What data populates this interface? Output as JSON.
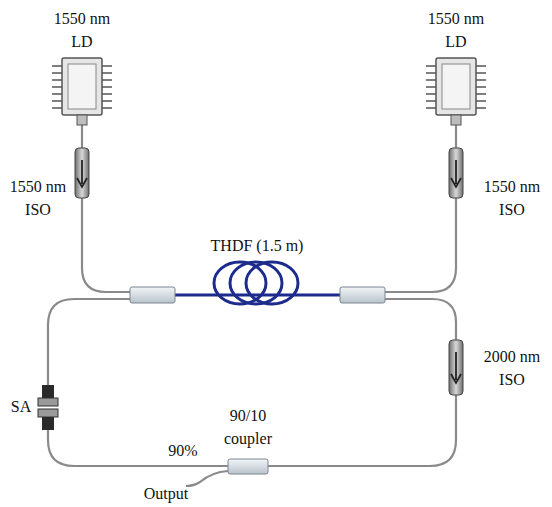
{
  "diagram": {
    "labels": [
      "1550 nm LD",
      "1550 nm LD",
      "1550 nm ISO",
      "1550 nm ISO",
      "THDF (1.5 m)",
      "SA",
      "2000 nm ISO",
      "90/10 coupler",
      "90%",
      "Output"
    ]
  }
}
